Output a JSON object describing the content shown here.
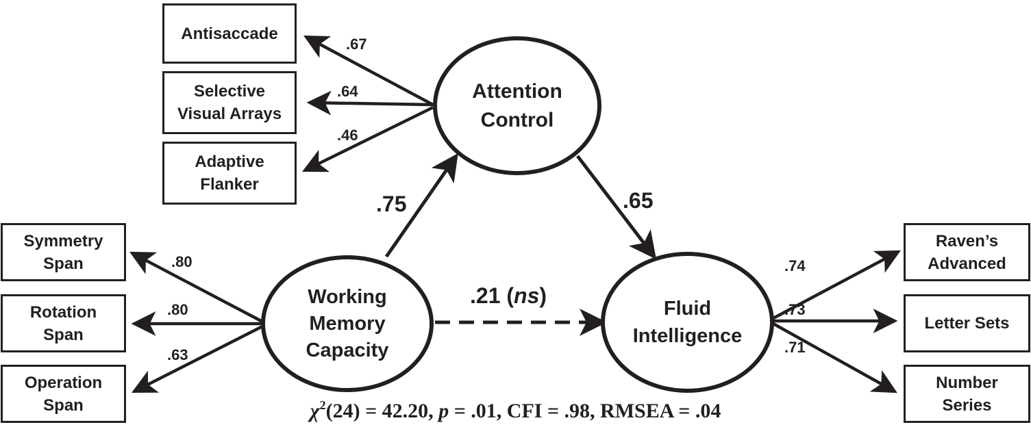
{
  "diagram": {
    "type": "structural-equation-model",
    "colors": {
      "ink": "#231f20",
      "background": "#ffffff"
    },
    "latent_factors": {
      "attention_control": {
        "line1": "Attention",
        "line2": "Control"
      },
      "working_memory": {
        "line1": "Working",
        "line2": "Memory",
        "line3": "Capacity"
      },
      "fluid_intelligence": {
        "line1": "Fluid",
        "line2": "Intelligence"
      }
    },
    "indicators": {
      "attention_control": [
        {
          "line1": "Antisaccade",
          "line2": "",
          "loading": ".67"
        },
        {
          "line1": "Selective",
          "line2": "Visual Arrays",
          "loading": ".64"
        },
        {
          "line1": "Adaptive",
          "line2": "Flanker",
          "loading": ".46"
        }
      ],
      "working_memory": [
        {
          "line1": "Symmetry",
          "line2": "Span",
          "loading": ".80"
        },
        {
          "line1": "Rotation",
          "line2": "Span",
          "loading": ".80"
        },
        {
          "line1": "Operation",
          "line2": "Span",
          "loading": ".63"
        }
      ],
      "fluid_intelligence": [
        {
          "line1": "Raven’s",
          "line2": "Advanced",
          "loading": ".74"
        },
        {
          "line1": "Letter Sets",
          "line2": "",
          "loading": ".73"
        },
        {
          "line1": "Number",
          "line2": "Series",
          "loading": ".71"
        }
      ]
    },
    "paths": {
      "wmc_to_ac": {
        "from": "Working Memory Capacity",
        "to": "Attention Control",
        "coefficient": ".75",
        "style": "solid"
      },
      "ac_to_gf": {
        "from": "Attention Control",
        "to": "Fluid Intelligence",
        "coefficient": ".65",
        "style": "solid"
      },
      "wmc_to_gf": {
        "from": "Working Memory Capacity",
        "to": "Fluid Intelligence",
        "coefficient": ".21",
        "note": "ns",
        "style": "dashed"
      }
    },
    "fit": {
      "chi_symbol": "χ",
      "chi_exp": "2",
      "df_part": "(24) = 42.20, ",
      "p_symbol": "p",
      "rest": " = .01, CFI = .98, RMSEA = .04"
    }
  }
}
